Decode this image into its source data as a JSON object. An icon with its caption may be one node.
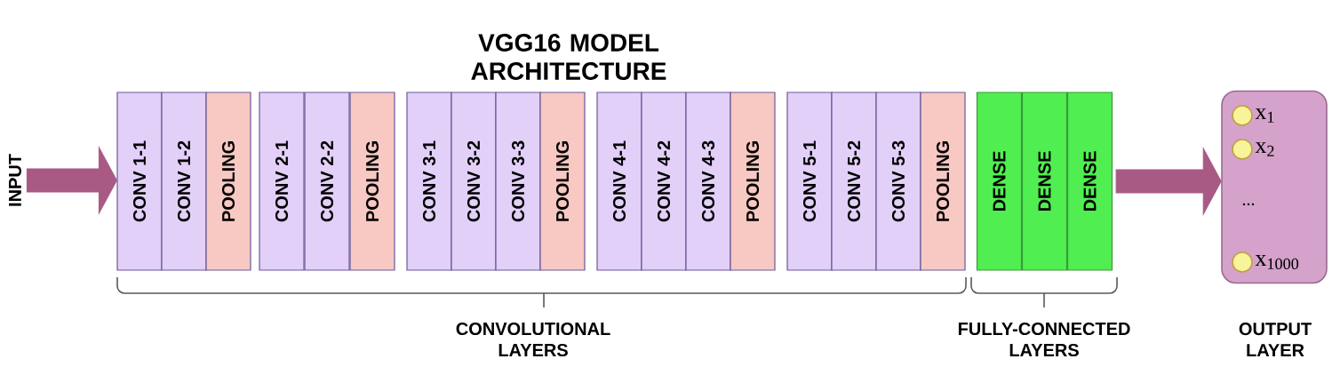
{
  "diagram": {
    "title": "VGG16 MODEL ARCHITECTURE",
    "nodes": [
      {
        "text": [
          "INPUT"
        ]
      },
      {
        "text": [
          "CONV 1-1"
        ]
      },
      {
        "text": [
          "CONV 1-2"
        ]
      },
      {
        "text": [
          "POOLING"
        ]
      },
      {
        "text": [
          "CONV 2-1"
        ]
      },
      {
        "text": [
          "CONV 2-2"
        ]
      },
      {
        "text": [
          "POOLING"
        ]
      },
      {
        "text": [
          "CONV 3-1"
        ]
      },
      {
        "text": [
          "CONV 3-2"
        ]
      },
      {
        "text": [
          "CONV 3-3"
        ]
      },
      {
        "text": [
          "POOLING"
        ]
      },
      {
        "text": [
          "CONV 4-1"
        ]
      },
      {
        "text": [
          "CONV 4-2"
        ]
      },
      {
        "text": [
          "CONV 4-3"
        ]
      },
      {
        "text": [
          "POOLING"
        ]
      },
      {
        "text": [
          "CONV 5-1"
        ]
      },
      {
        "text": [
          "CONV 5-2"
        ]
      },
      {
        "text": [
          "CONV 5-3"
        ]
      },
      {
        "text": [
          "POOLING"
        ]
      },
      {
        "text": [
          "DENSE"
        ]
      },
      {
        "text": [
          "DENSE"
        ]
      },
      {
        "text": [
          "DENSE"
        ]
      },
      {
        "text": [
          "x$_{1}$",
          "x$_{2}$",
          "...",
          "x$_{1000}$"
        ],
        "beside": [
          "OUTPUT LAYER"
        ]
      }
    ],
    "edges": [
      {
        "from": 0,
        "to": 1,
        "arrow": "to"
      },
      {
        "from": 21,
        "to": 22,
        "arrow": "to"
      }
    ],
    "labels": [
      "CONVOLUTIONAL LAYERS",
      "FULLY-CONNECTED LAYERS"
    ]
  }
}
